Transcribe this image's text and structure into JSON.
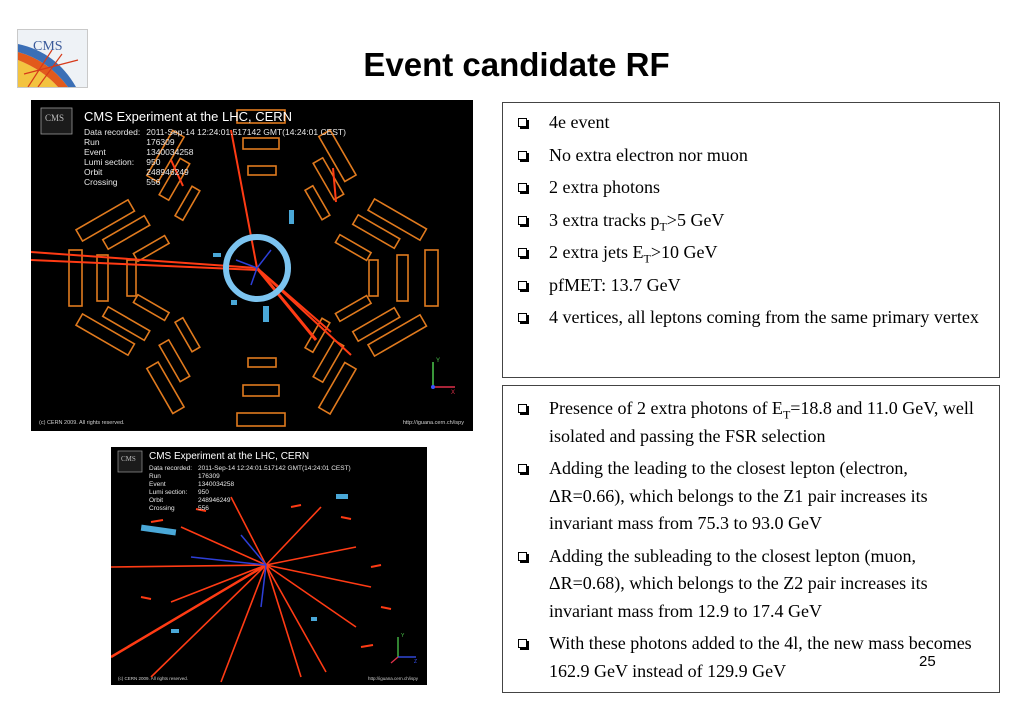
{
  "slide": {
    "title": "Event candidate RF",
    "page_number": "25"
  },
  "event_display": {
    "logo_text": "CMS",
    "experiment": "CMS Experiment at the LHC, CERN",
    "fields": [
      {
        "label": "Data recorded:",
        "value": "2011-Sep-14 12:24:01.517142 GMT(14:24:01 CEST)"
      },
      {
        "label": "Run",
        "value": "176309"
      },
      {
        "label": "Event",
        "value": "1340034258"
      },
      {
        "label": "Lumi section:",
        "value": "950"
      },
      {
        "label": "Orbit",
        "value": "248946249"
      },
      {
        "label": "Crossing",
        "value": "556"
      }
    ],
    "copyright_main": "(c) CERN 2009. All rights reserved.",
    "copyright_small": "(c) CERN 2009. All rights reserved.",
    "url": "http://iguana.cern.ch/ispy",
    "axis": {
      "y": "Y",
      "x": "X",
      "z": "Z"
    }
  },
  "box1": [
    "4e event",
    "No extra electron nor muon",
    "2 extra photons",
    {
      "pre": "3 extra tracks p",
      "sub": "T",
      "post": ">5 GeV"
    },
    {
      "pre": "2 extra jets E",
      "sub": "T",
      "post": ">10 GeV"
    },
    "pfMET: 13.7 GeV",
    "4 vertices, all leptons coming from the same primary vertex"
  ],
  "box2": [
    {
      "pre": "Presence of 2 extra photons of E",
      "sub": "T",
      "post": "=18.8 and 11.0 GeV, well isolated and passing the FSR selection"
    },
    "Adding the leading to the closest lepton (electron, ΔR=0.66), which belongs to the Z1 pair increases its invariant mass from 75.3 to 93.0 GeV",
    "Adding the subleading to the closest lepton (muon, ΔR=0.68), which belongs to the Z2 pair increases its invariant mass from 12.9 to 17.4 GeV",
    "With these photons added to the 4l, the new mass becomes 162.9 GeV instead of 129.9 GeV"
  ],
  "colors": {
    "detector_orange": "#e07a1e",
    "track_red": "#ff3b14",
    "tracker_blue": "#7cc4f0",
    "bullet": "#000000"
  }
}
